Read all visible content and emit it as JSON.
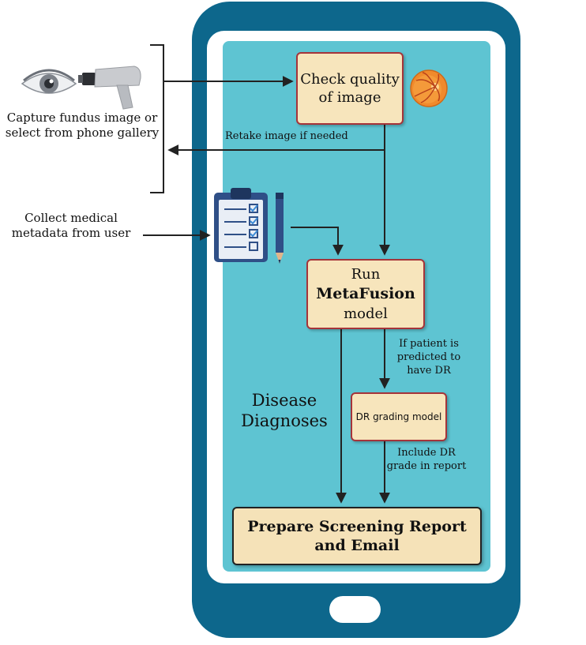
{
  "phone": {
    "check_quality": "Check quality of image",
    "run_line1": "Run",
    "run_model_name": "MetaFusion",
    "run_line3": "model",
    "dr_grading": "DR grading model",
    "prepare_report": "Prepare Screening Report and Email",
    "disease_diagnoses": "Disease Diagnoses",
    "retake": "Retake image if needed",
    "if_patient": "If patient is predicted to have DR",
    "include_dr": "Include DR grade in report"
  },
  "left": {
    "capture": "Capture fundus image or select from phone gallery",
    "collect": "Collect medical metadata from user"
  },
  "icons": [
    "eye-icon",
    "fundus-camera-icon",
    "retina-icon",
    "clipboard-checklist-icon",
    "pencil-icon"
  ],
  "colors": {
    "phone_body": "#0d678c",
    "screen": "#5ec4d2",
    "box_fill": "#f7e5bc",
    "box_border": "#a5343a"
  }
}
